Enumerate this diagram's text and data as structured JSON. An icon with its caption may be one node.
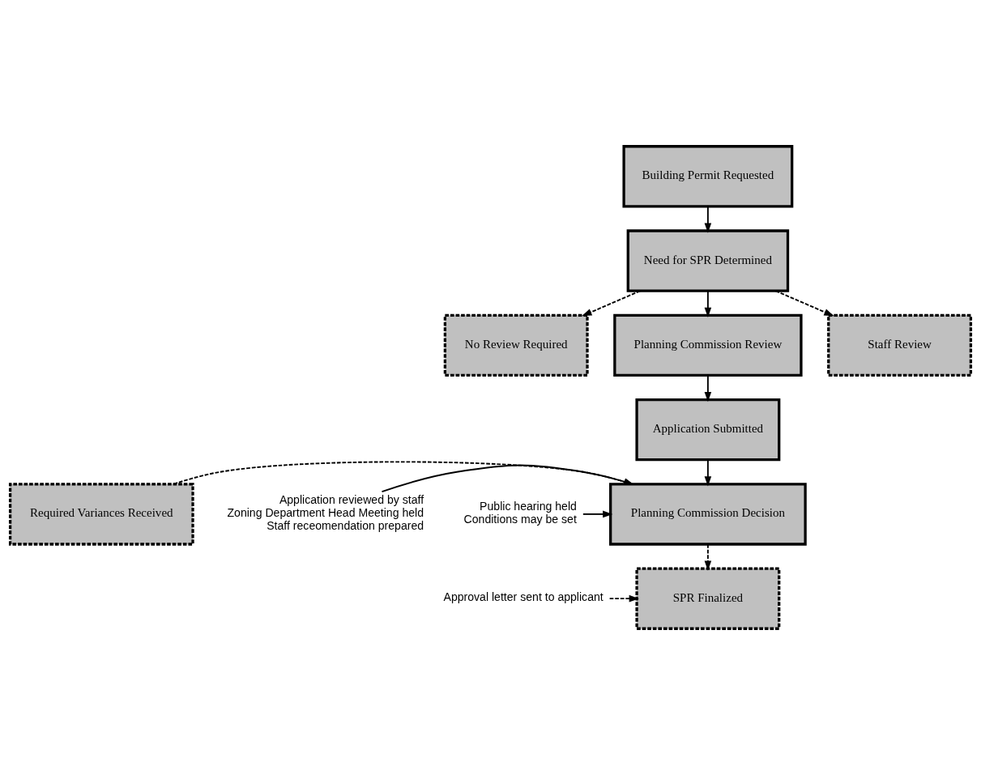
{
  "diagram": {
    "nodes": [
      {
        "text": [
          "Building Permit Requested"
        ]
      },
      {
        "text": [
          "Need for SPR Determined"
        ]
      },
      {
        "text": [
          "No Review Required"
        ]
      },
      {
        "text": [
          "Planning Commission Review"
        ]
      },
      {
        "text": [
          "Staff Review"
        ]
      },
      {
        "text": [
          "Application Submitted"
        ]
      },
      {
        "text": [
          "Required Variances Received"
        ]
      },
      {
        "text": [
          "Planning Commission Decision"
        ]
      },
      {
        "text": [
          "SPR Finalized"
        ]
      },
      {
        "text": [
          "Application reviewed by staff",
          "Zoning Department Head Meeting held",
          "Staff receomendation prepared"
        ]
      },
      {
        "text": [
          "Public hearing held",
          "Conditions may be set"
        ]
      },
      {
        "text": [
          "Approval letter sent to applicant"
        ]
      }
    ],
    "edges": [
      {
        "from": 0,
        "to": 1,
        "arrow": "to"
      },
      {
        "from": 1,
        "to": 2,
        "arrow": "to",
        "style": "dashed"
      },
      {
        "from": 1,
        "to": 3,
        "arrow": "to"
      },
      {
        "from": 1,
        "to": 4,
        "arrow": "to",
        "style": "dashed"
      },
      {
        "from": 3,
        "to": 5,
        "arrow": "to"
      },
      {
        "from": 5,
        "to": 7,
        "arrow": "to"
      },
      {
        "from": 9,
        "to": 7,
        "arrow": "to"
      },
      {
        "from": 6,
        "to": 7,
        "arrow": "to",
        "style": "dashed"
      },
      {
        "from": 10,
        "to": 7,
        "arrow": "to"
      },
      {
        "from": 7,
        "to": 8,
        "arrow": "to",
        "style": "dashed"
      },
      {
        "from": 11,
        "to": 8,
        "arrow": "to",
        "style": "dashed"
      }
    ]
  }
}
